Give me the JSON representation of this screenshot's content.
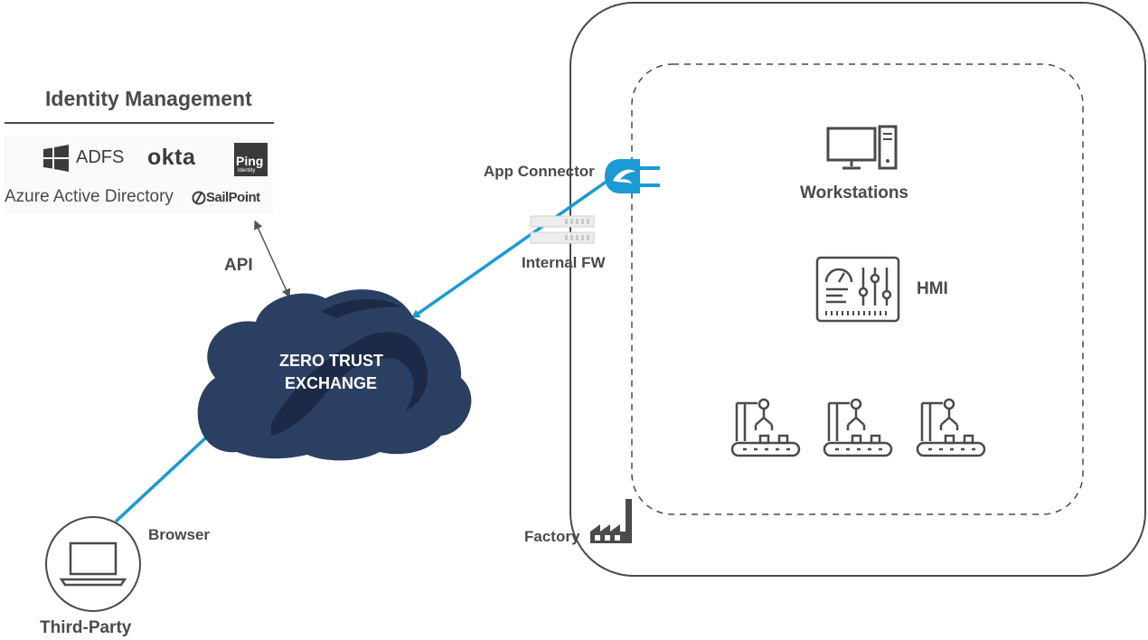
{
  "identity": {
    "title": "Identity Management",
    "providers": {
      "adfs": "ADFS",
      "okta": "okta",
      "ping_main": "Ping",
      "ping_sub": "Identity",
      "azure": "Azure Active Directory",
      "sailpoint": "SailPoint"
    }
  },
  "labels": {
    "api": "API",
    "cloud_line1": "ZERO TRUST",
    "cloud_line2": "EXCHANGE",
    "app_connector": "App Connector",
    "internal_fw": "Internal FW",
    "browser": "Browser",
    "third_party": "Third-Party",
    "factory": "Factory",
    "workstations": "Workstations",
    "hmi": "HMI"
  },
  "colors": {
    "accent_blue": "#1a9ad6",
    "cloud_navy": "#2b3f63",
    "cloud_dark": "#1c2a48",
    "icon_gray": "#4a4a4a",
    "line_gray": "#555555"
  },
  "icons": [
    "windows-logo-icon",
    "laptop-icon",
    "monitor-icon",
    "hmi-panel-icon",
    "robot-arm-icon",
    "factory-icon",
    "firewall-icon",
    "plug-icon",
    "cloud-icon"
  ]
}
